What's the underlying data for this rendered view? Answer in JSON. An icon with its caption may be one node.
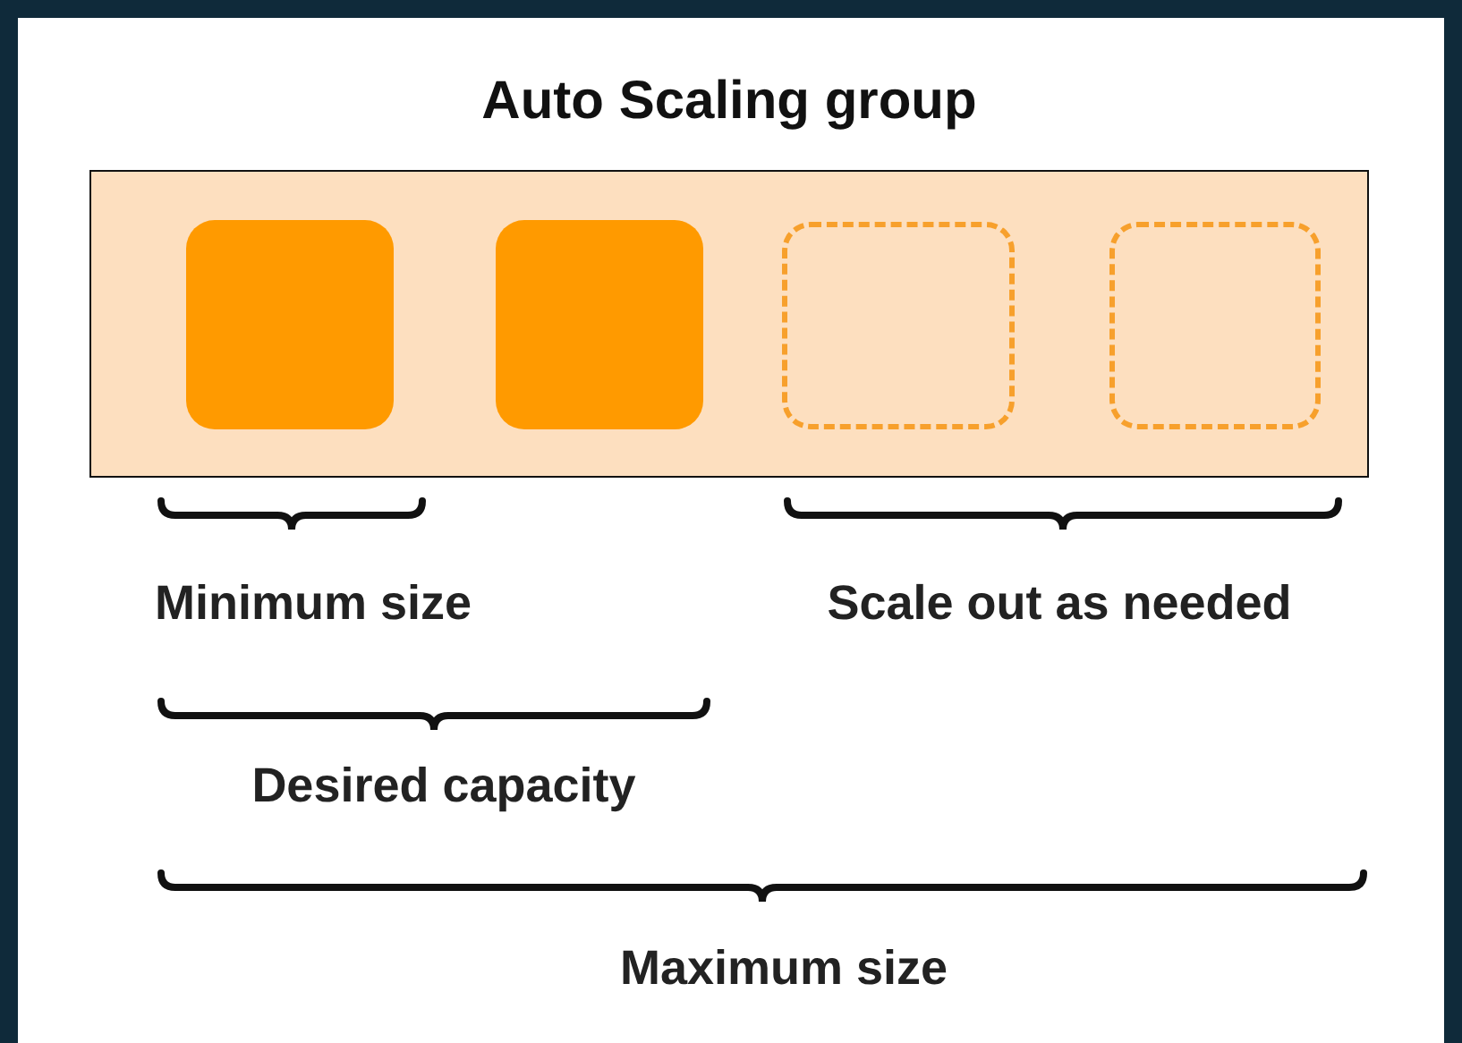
{
  "diagram": {
    "nodes": [
      {
        "text": [
          "Auto Scaling group"
        ]
      },
      {
        "text": [],
        "shape": "box",
        "in": 0
      },
      {
        "text": [],
        "shape": "box",
        "in": 0
      },
      {
        "text": [],
        "shape": "box",
        "in": 0
      },
      {
        "text": [],
        "shape": "box",
        "in": 0
      }
    ],
    "labels": [
      "Minimum size",
      "Scale out as needed",
      "Desired capacity",
      "Maximum size"
    ]
  }
}
